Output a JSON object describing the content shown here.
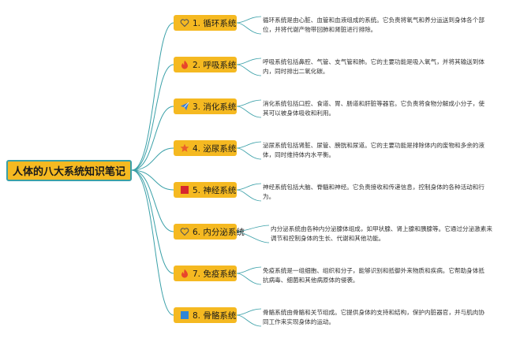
{
  "root": {
    "title": "人体的八大系统知识笔记"
  },
  "colors": {
    "node_fill": "#f5b921",
    "line": "#3aa0a8",
    "heart": "#555555",
    "fire": "#e8452c",
    "send": "#3b7ed6",
    "star": "#e9602b",
    "square_red": "#d7262e",
    "square_blue": "#2f86d6"
  },
  "systems": [
    {
      "label": "1. 循环系统",
      "icon": "heart-outline-icon",
      "desc": "循环系统是由心脏、血管和血液组成的系统。它负责将氧气和养分运送到身体各个部位，并将代谢产物带回肺和肾脏进行排除。"
    },
    {
      "label": "2. 呼吸系统",
      "icon": "fire-icon",
      "desc": "呼吸系统包括鼻腔、气管、支气管和肺。它的主要功能是吸入氧气，并将其输送到体内，同时排出二氧化碳。"
    },
    {
      "label": "3. 消化系统",
      "icon": "paper-plane-icon",
      "desc": "消化系统包括口腔、食道、胃、肠道和肝脏等器官。它负责将食物分解成小分子，使其可以被身体吸收和利用。"
    },
    {
      "label": "4. 泌尿系统",
      "icon": "star-icon",
      "desc": "泌尿系统包括肾脏、尿管、膀胱和尿道。它的主要功能是排除体内的废物和多余的液体，同时维持体内水平衡。"
    },
    {
      "label": "5. 神经系统",
      "icon": "red-square-icon",
      "desc": "神经系统包括大脑、脊髓和神经。它负责接收和传递信息，控制身体的各种活动和行为。"
    },
    {
      "label": "6. 内分泌系统",
      "icon": "heart-outline-icon",
      "desc": "内分泌系统由各种内分泌腺体组成，如甲状腺、肾上腺和胰腺等。它通过分泌激素来调节和控制身体的生长、代谢和其他功能。"
    },
    {
      "label": "7. 免疫系统",
      "icon": "fire-icon",
      "desc": "免疫系统是一组细胞、组织和分子，能够识别和抵御外来物质和疾病。它帮助身体抵抗病毒、细菌和其他病原体的侵袭。"
    },
    {
      "label": "8. 骨骼系统",
      "icon": "blue-square-icon",
      "desc": "骨骼系统由骨骼和关节组成。它提供身体的支持和结构，保护内脏器官，并与肌肉协同工作来实现身体的运动。"
    }
  ]
}
